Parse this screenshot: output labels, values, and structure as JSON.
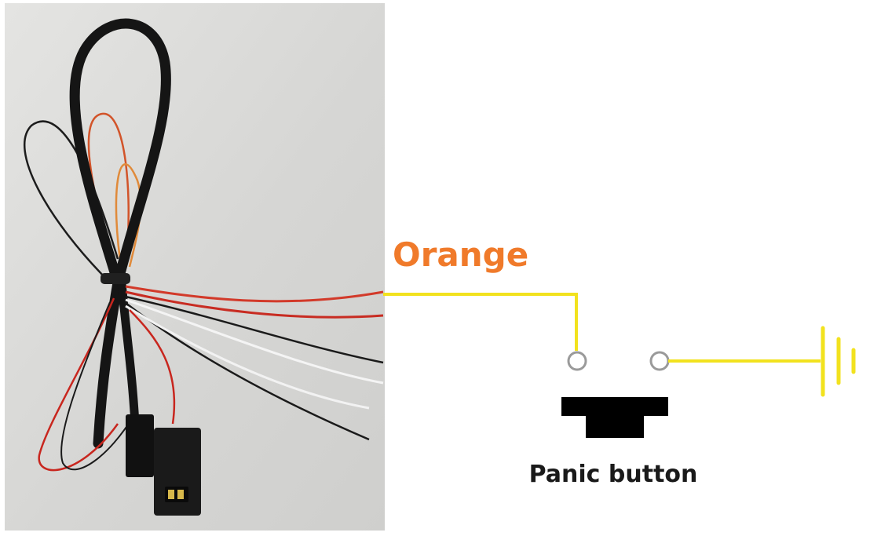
{
  "wire_label": "Orange",
  "button_label": "Panic button",
  "colors": {
    "wire_label": "#f07a2a",
    "connection_line": "#f2e21e",
    "button": "#000000",
    "photo_background": "#d8d8d6",
    "terminal": "#9a9a9a"
  },
  "icons": [
    "wire-harness-photo",
    "terminal-icon",
    "panic-button-icon",
    "ground-icon"
  ]
}
